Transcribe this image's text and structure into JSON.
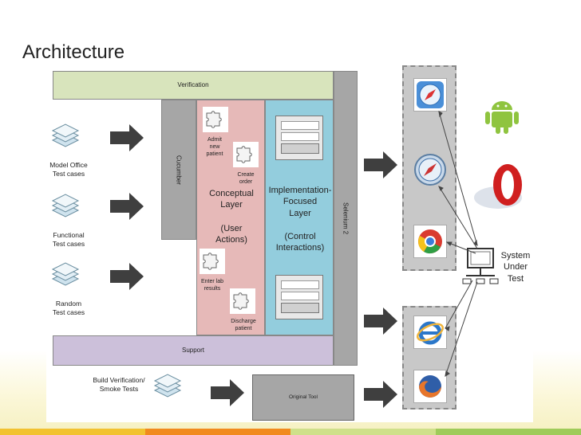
{
  "slide": {
    "title": "Architecture"
  },
  "colors": {
    "verification": "#d8e4bc",
    "support": "#ccc0da",
    "cucumber": "#a6a6a6",
    "selenium": "#a6a6a6",
    "conceptual": "#e6b9b8",
    "implementation": "#93cddd",
    "footer": [
      "#f2c230",
      "#f18a1e",
      "#cfe08a",
      "#9fcb5a"
    ]
  },
  "diagram": {
    "verification_label": "Verification",
    "support_label": "Support",
    "cucumber_label": "Cucumber",
    "selenium_label": "Selenium 2",
    "conceptual_layer": {
      "title": "Conceptual\nLayer",
      "subtitle": "(User\nActions)"
    },
    "implementation_layer": {
      "title": "Implementation-\nFocused\nLayer",
      "subtitle": "(Control\nInteractions)"
    },
    "puzzle_captions": [
      "Admit\nnew\npatient",
      "Create\norder",
      "Enter lab\nresults",
      "Discharge\npatient"
    ],
    "test_inputs": [
      "Model Office\nTest cases",
      "Functional\nTest cases",
      "Random\nTest cases"
    ],
    "build_verification": "Build Verification/\nSmoke Tests",
    "original_tool": "Original Tool",
    "system_under_test": "System\nUnder\nTest",
    "browser_icons": [
      "safari-icon",
      "safari-icon",
      "chrome-icon",
      "ie-icon",
      "firefox-icon"
    ],
    "side_icons": [
      "android-icon",
      "opera-icon"
    ]
  }
}
